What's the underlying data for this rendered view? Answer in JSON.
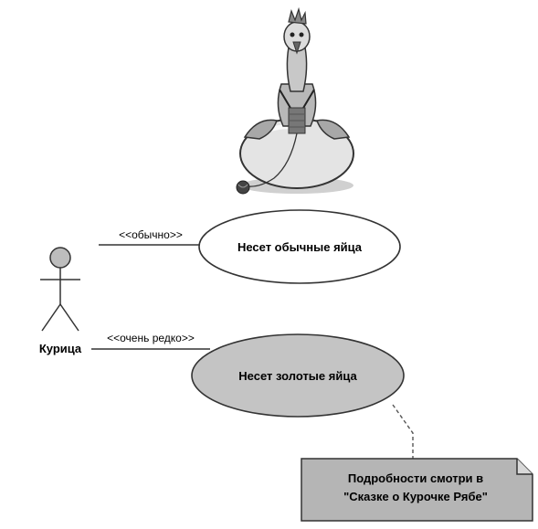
{
  "diagram": {
    "actor": {
      "name": "Курица"
    },
    "use_cases": [
      {
        "label": "Несет обычные яйца",
        "stereotype": "<<обычно>>",
        "fill": "#ffffff"
      },
      {
        "label": "Несет золотые яйца",
        "stereotype": "<<очень редко>>",
        "fill": "#c4c4c4"
      }
    ],
    "note": {
      "lines": [
        "Подробности смотри в",
        "\"Сказке о Курочке Рябе\""
      ],
      "fill": "#b5b5b5"
    },
    "illustration": {
      "icon": "hen-knitting-on-egg-icon"
    }
  }
}
